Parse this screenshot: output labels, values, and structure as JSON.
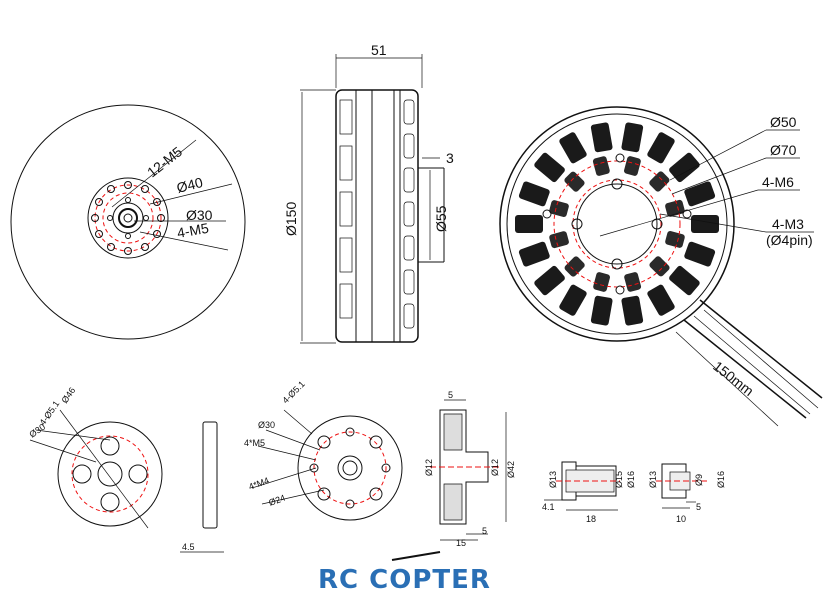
{
  "front_view": {
    "labels": {
      "m5_holes": "12-M5",
      "d40": "Ø40",
      "d30": "Ø30",
      "m5_4": "4-M5"
    }
  },
  "side_view": {
    "labels": {
      "width": "51",
      "lip": "3",
      "d150": "Ø150",
      "d55": "Ø55"
    }
  },
  "back_view": {
    "labels": {
      "d50": "Ø50",
      "d70": "Ø70",
      "m6": "4-M6",
      "m3": "4-M3",
      "pin": "(Ø4pin)",
      "cable": "150mm"
    }
  },
  "adapter_plate": {
    "labels": {
      "d46": "Ø46",
      "holes": "4-Ø5.1",
      "d30": "Ø30",
      "thickness": "4.5"
    }
  },
  "mount_flange": {
    "labels": {
      "holes": "4-Ø5.1",
      "d30": "Ø30",
      "m5": "4*M5",
      "m4": "4*M4",
      "d24": "Ø24"
    }
  },
  "prop_adapter_section": {
    "labels": {
      "top": "5",
      "d12a": "Ø12",
      "d12b": "Ø12",
      "d42": "Ø42",
      "length": "15",
      "bottom": "5"
    }
  },
  "bushing_long": {
    "labels": {
      "d13": "Ø13",
      "d15": "Ø15",
      "d16": "Ø16",
      "flange": "4.1",
      "length": "18"
    }
  },
  "bushing_short": {
    "labels": {
      "d13": "Ø13",
      "d9": "Ø9",
      "d16": "Ø16",
      "flange": "5",
      "length": "10"
    }
  },
  "logo": {
    "text": "RC COPTER"
  }
}
